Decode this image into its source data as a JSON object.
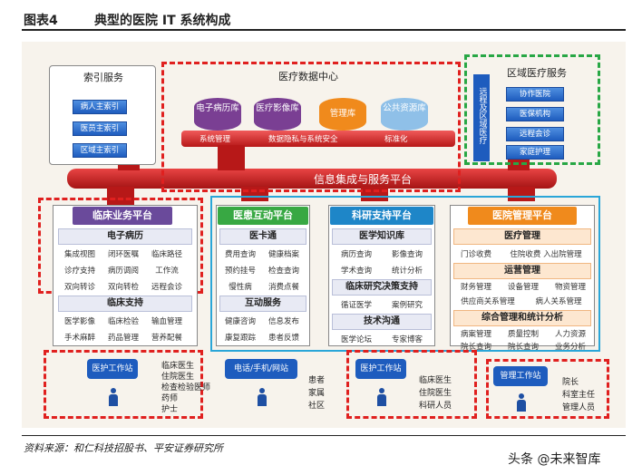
{
  "header": {
    "label": "图表4",
    "title": "典型的医院 IT 系统构成"
  },
  "index_service": {
    "title": "索引服务",
    "items": [
      "病人主索引",
      "医员主索引",
      "区域主索引"
    ]
  },
  "data_center": {
    "title": "医疗数据中心",
    "dbs": [
      "电子病历库",
      "医疗影像库",
      "管理库",
      "公共资源库"
    ],
    "bar_items": [
      "系统管理",
      "数据隐私与系统安全",
      "标准化"
    ]
  },
  "regional": {
    "title": "区域医疗服务",
    "vertical": "远程及区域医疗",
    "items": [
      "协作医院",
      "医保机构",
      "远程会诊",
      "家庭护理"
    ]
  },
  "integration": {
    "label": "信息集成与服务平台"
  },
  "clinical": {
    "title": "临床业务平台",
    "emr": {
      "title": "电子病历",
      "rows": [
        [
          "集成视图",
          "闭环医嘱",
          "临床路径"
        ],
        [
          "诊疗支持",
          "病历调阅",
          "工作流"
        ],
        [
          "双向转诊",
          "双向转检",
          "远程会诊"
        ]
      ]
    },
    "support": {
      "title": "临床支持",
      "rows": [
        [
          "医学影像",
          "临床检验",
          "输血管理"
        ],
        [
          "手术麻醉",
          "药品管理",
          "营养配餐"
        ]
      ]
    }
  },
  "patient": {
    "title": "医患互动平台",
    "card": {
      "title": "医卡通",
      "rows": [
        [
          "费用查询",
          "健康档案"
        ],
        [
          "预约挂号",
          "检查查询"
        ],
        [
          "慢性病",
          "消费点餐"
        ]
      ]
    },
    "interact": {
      "title": "互动服务",
      "rows": [
        [
          "健康咨询",
          "信息发布"
        ],
        [
          "康复跟踪",
          "患者反馈"
        ]
      ]
    }
  },
  "research": {
    "title": "科研支持平台",
    "kb": {
      "title": "医学知识库",
      "rows": [
        [
          "病历查询",
          "影像查询"
        ],
        [
          "学术查询",
          "统计分析"
        ]
      ]
    },
    "decision": {
      "title": "临床研究决策支持",
      "rows": [
        [
          "循证医学",
          "案例研究"
        ]
      ]
    },
    "comm": {
      "title": "技术沟通",
      "rows": [
        [
          "医学论坛",
          "专家博客"
        ]
      ]
    }
  },
  "hospital": {
    "title": "医院管理平台",
    "med": {
      "title": "医疗管理",
      "rows": [
        [
          "门诊收费",
          "住院收费 入出院管理"
        ]
      ]
    },
    "ops": {
      "title": "运营管理",
      "rows": [
        [
          "财务管理",
          "设备管理",
          "物资管理"
        ],
        [
          "供应商关系管理",
          "病人关系管理"
        ]
      ]
    },
    "stats": {
      "title": "综合管理和统计分析",
      "rows": [
        [
          "病案管理",
          "质量控制",
          "人力资源"
        ],
        [
          "院长查询",
          "院长查询",
          "业务分析"
        ]
      ]
    }
  },
  "bottom": {
    "station1": {
      "label": "医护工作站",
      "users": [
        "临床医生",
        "住院医生",
        "检查检验医师",
        "药师",
        "护士"
      ]
    },
    "station2": {
      "label": "电话/手机/网站",
      "users": [
        "患者",
        "家属",
        "社区"
      ]
    },
    "station3": {
      "label": "医护工作站",
      "users": [
        "临床医生",
        "住院医生",
        "科研人员"
      ]
    },
    "station4": {
      "label": "管理工作站",
      "users": [
        "院长",
        "科室主任",
        "管理人员"
      ]
    }
  },
  "footer": {
    "source": "资料来源：和仁科技招股书、平安证券研究所",
    "watermark": "头条 @未来智库"
  },
  "colors": {
    "red": "#e0201f",
    "green": "#28a745",
    "blue": "#1e5cbe",
    "cyan": "#2aa6d8",
    "orange": "#f08a1c",
    "purple": "#6a4a9b"
  }
}
